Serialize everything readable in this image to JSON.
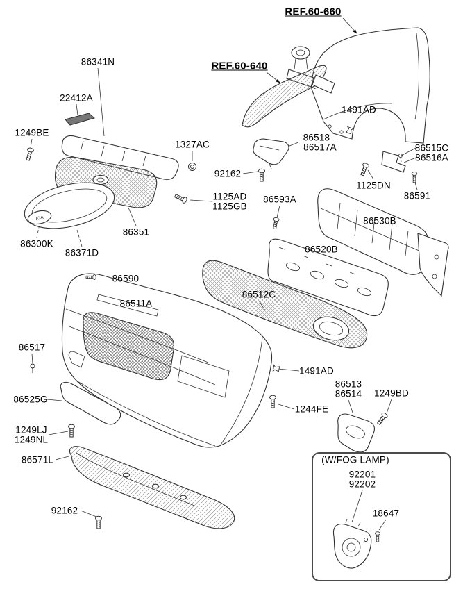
{
  "diagram": {
    "refs": [
      {
        "text": "REF.60-660"
      },
      {
        "text": "REF.60-640"
      }
    ],
    "labels": [
      {
        "text": "86341N"
      },
      {
        "text": "22412A"
      },
      {
        "text": "1249BE"
      },
      {
        "text": "1327AC"
      },
      {
        "text": "86518"
      },
      {
        "text": "86517A"
      },
      {
        "text": "1491AD"
      },
      {
        "text": "86515C"
      },
      {
        "text": "86516A"
      },
      {
        "text": "92162"
      },
      {
        "text": "1125DN"
      },
      {
        "text": "86591"
      },
      {
        "text": "1125AD"
      },
      {
        "text": "1125GB"
      },
      {
        "text": "86593A"
      },
      {
        "text": "86530B"
      },
      {
        "text": "86351"
      },
      {
        "text": "86300K"
      },
      {
        "text": "86371D"
      },
      {
        "text": "86520B"
      },
      {
        "text": "86590"
      },
      {
        "text": "86511A"
      },
      {
        "text": "86512C"
      },
      {
        "text": "86517"
      },
      {
        "text": "1491AD"
      },
      {
        "text": "86513"
      },
      {
        "text": "86514"
      },
      {
        "text": "1249BD"
      },
      {
        "text": "86525G"
      },
      {
        "text": "1244FE"
      },
      {
        "text": "1249LJ"
      },
      {
        "text": "1249NL"
      },
      {
        "text": "86571L"
      },
      {
        "text": "92162"
      }
    ],
    "fog_box": {
      "title": "(W/FOG LAMP)",
      "labels": [
        {
          "text": "92201"
        },
        {
          "text": "92202"
        },
        {
          "text": "18647"
        }
      ]
    },
    "badge_text": "KIA",
    "colors": {
      "line": "#2f2f2f",
      "text": "#000000",
      "background": "#ffffff"
    }
  }
}
